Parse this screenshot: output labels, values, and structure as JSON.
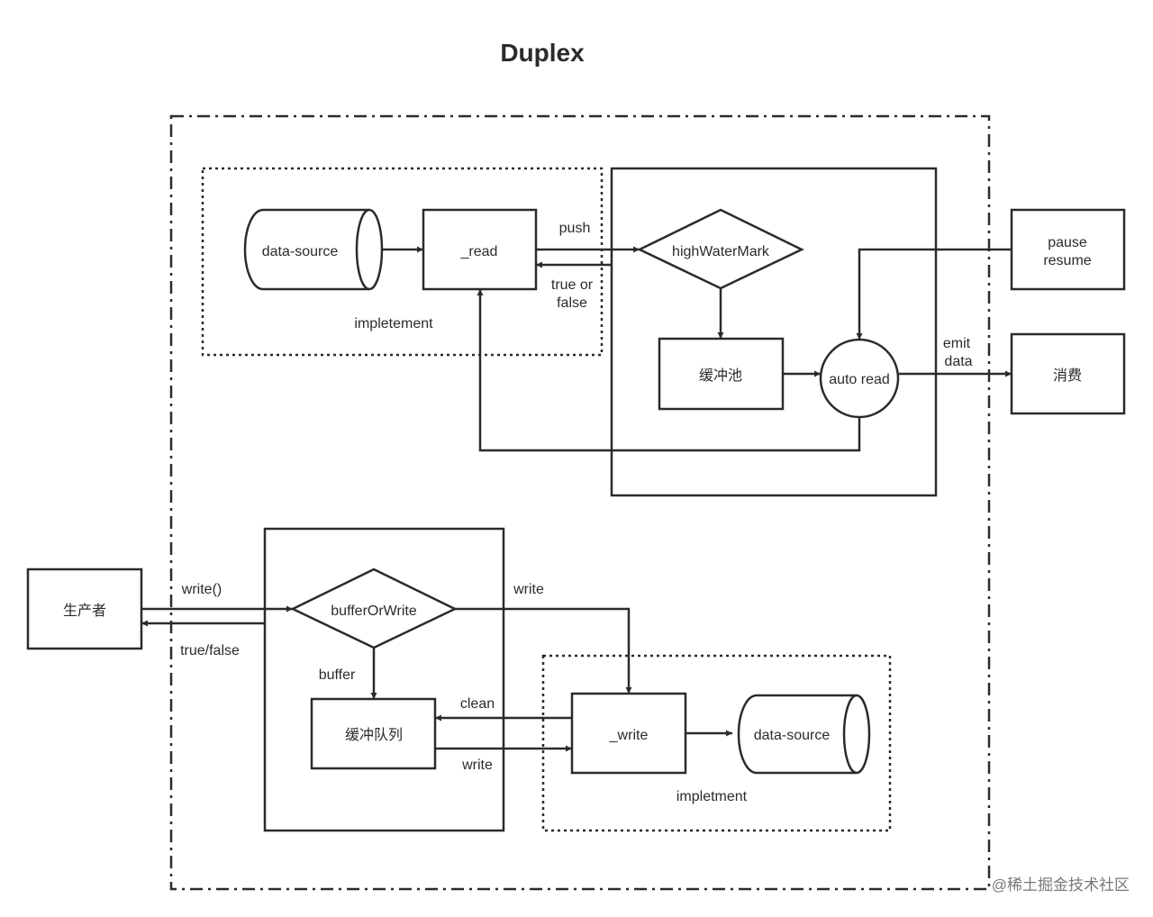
{
  "title": "Duplex",
  "readable": {
    "source_label": "data-source",
    "read_label": "_read",
    "impl_label": "impletement",
    "push_label": "push",
    "return_label_line1": "true or",
    "return_label_line2": "false",
    "highwatermark_label": "highWaterMark",
    "buffer_pool_label": "缓冲池",
    "auto_read_label": "auto read",
    "emit_label_line1": "emit",
    "emit_label_line2": "data",
    "pause_label_line1": "pause",
    "pause_label_line2": "resume",
    "consumer_label": "消费"
  },
  "writable": {
    "producer_label": "生产者",
    "write_call_label": "write()",
    "return_label": "true/false",
    "decision_label": "bufferOrWrite",
    "write_label": "write",
    "buffer_label": "buffer",
    "queue_label": "缓冲队列",
    "clean_label": "clean",
    "queue_write_label": "write",
    "write_method_label": "_write",
    "sink_label": "data-source",
    "impl_label": "impletment"
  },
  "watermark": "@稀土掘金技术社区"
}
